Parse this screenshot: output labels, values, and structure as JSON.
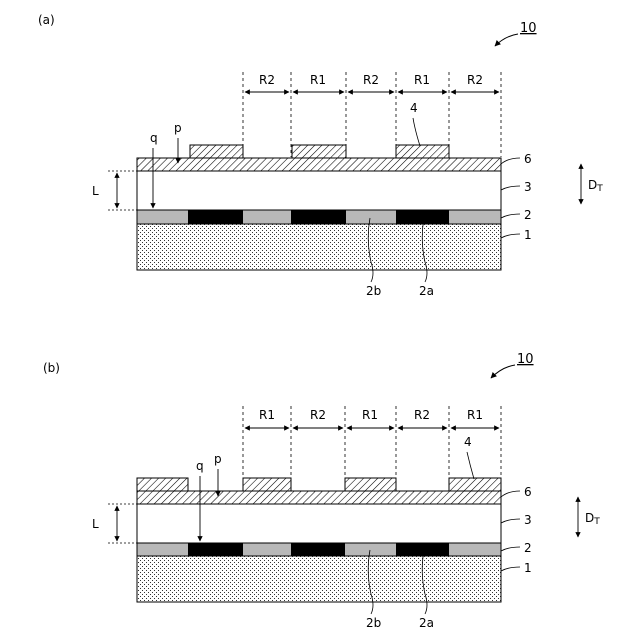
{
  "panels": [
    {
      "panel_label": "(a)",
      "figure_number": "10",
      "regions": [
        "R2",
        "R1",
        "R2",
        "R1",
        "R2"
      ],
      "thickness_label": "L",
      "depth_label": "D",
      "depth_subscript": "T",
      "point_p": "p",
      "point_q": "q",
      "layer_labels": {
        "mask": "4",
        "top": "6",
        "middle": "3",
        "pattern": "2",
        "substrate": "1"
      },
      "pattern_labels": {
        "gray": "2b",
        "black": "2a"
      }
    },
    {
      "panel_label": "(b)",
      "figure_number": "10",
      "regions": [
        "R1",
        "R2",
        "R1",
        "R2",
        "R1"
      ],
      "thickness_label": "L",
      "depth_label": "D",
      "depth_subscript": "T",
      "point_p": "p",
      "point_q": "q",
      "layer_labels": {
        "mask": "4",
        "top": "6",
        "middle": "3",
        "pattern": "2",
        "substrate": "1"
      },
      "pattern_labels": {
        "gray": "2b",
        "black": "2a"
      }
    }
  ]
}
